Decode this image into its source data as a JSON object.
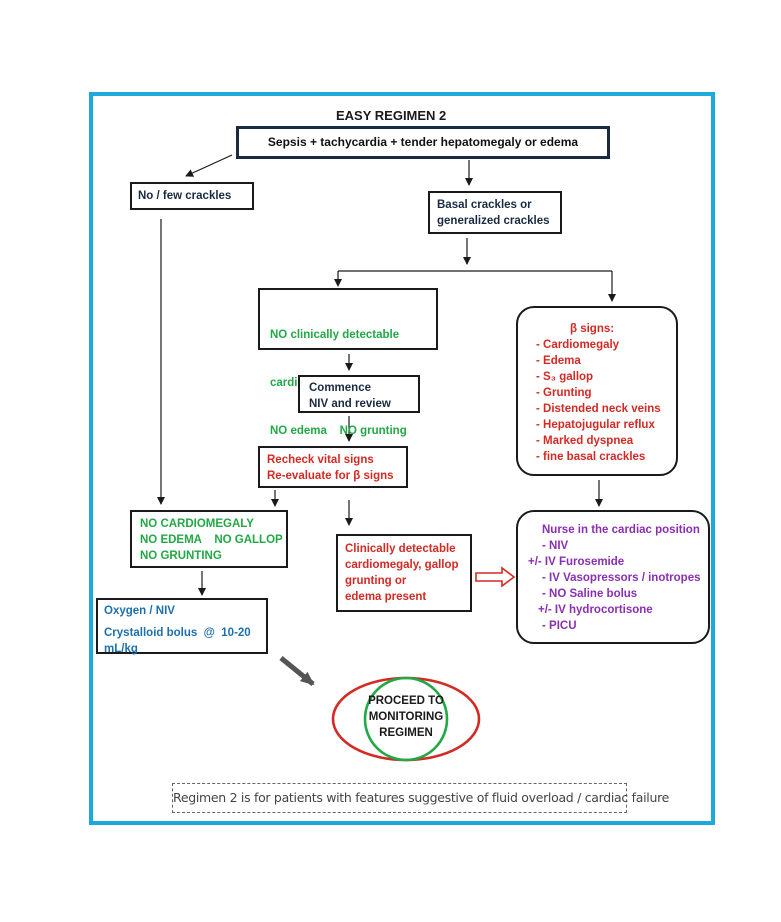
{
  "title": "EASY REGIMEN 2",
  "top_box": "Sepsis + tachycardia + tender hepatomegaly or edema",
  "no_crackles": "No / few crackles",
  "basal_crackles": [
    "Basal crackles or",
    "generalized crackles"
  ],
  "no_clinical": [
    "NO clinically detectable",
    "cardiomegaly    NO gallop",
    "NO edema    NO grunting"
  ],
  "commence_niv": [
    "Commence",
    "NIV and review"
  ],
  "recheck": [
    "Recheck vital signs",
    "Re-evaluate for β signs"
  ],
  "beta_signs": {
    "heading": "β signs:",
    "items": [
      "- Cardiomegaly",
      "- Edema",
      "- S₃ gallop",
      "- Grunting",
      "- Distended neck veins",
      "- Hepatojugular reflux",
      "- Marked dyspnea",
      "- fine basal crackles"
    ]
  },
  "no_cardiomegaly": [
    "NO CARDIOMEGALY",
    "NO EDEMA    NO GALLOP",
    "NO GRUNTING"
  ],
  "clinically_detectable": [
    "Clinically detectable",
    "cardiomegaly, gallop",
    "grunting or",
    "edema present"
  ],
  "nurse_box": [
    "Nurse in the cardiac position",
    "- NIV",
    "+/- IV Furosemide",
    "- IV Vasopressors / inotropes",
    "- NO Saline bolus",
    "+/- IV hydrocortisone",
    "- PICU"
  ],
  "oxygen_box": [
    "Oxygen / NIV",
    "Crystalloid bolus  @  10-20",
    "mL/kg"
  ],
  "proceed": [
    "PROCEED TO",
    "MONITORING",
    "REGIMEN"
  ],
  "footer": "Regimen 2 is for patients with features suggestive of fluid overload / cardiac failure",
  "colors": {
    "frame": "#1fa8dc",
    "green": "#22a845",
    "red": "#d42a24",
    "purple": "#8a2fb0",
    "blue": "#1e6fae"
  }
}
